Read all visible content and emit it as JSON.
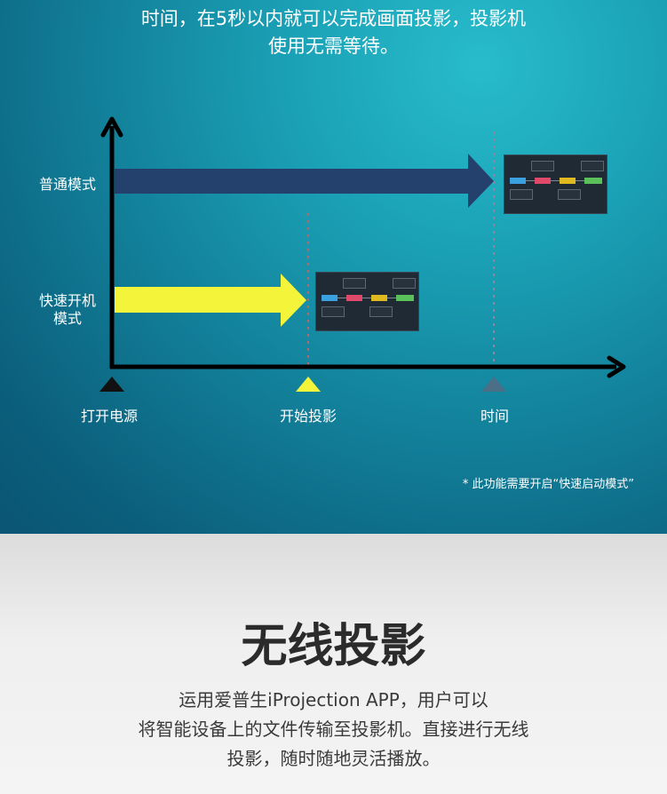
{
  "header": {
    "line1": "时间，在5秒以内就可以完成画面投影，投影机",
    "line2": "使用无需等待。"
  },
  "diagram": {
    "categories": {
      "normal": "普通模式",
      "fast_line1": "快速开机",
      "fast_line2": "模式"
    },
    "axis_labels": {
      "power_on": "打开电源",
      "start_projection": "开始投影",
      "time": "时间"
    },
    "colors": {
      "normal_arrow": "#24416e",
      "fast_arrow": "#f4f43a",
      "axis": "#000000",
      "power_marker": "#111111",
      "start_marker": "#f4f43a",
      "time_marker": "#4a6f86",
      "dotted_line": "#b06a6a"
    },
    "footnote": "* 此功能需要开启“快速启动模式”"
  },
  "section": {
    "title": "无线投影",
    "desc_line1": "运用爱普生iProjection APP，用户可以",
    "desc_line2": "将智能设备上的文件传输至投影机。直接进行无线",
    "desc_line3": "投影，随时随地灵活播放。"
  }
}
